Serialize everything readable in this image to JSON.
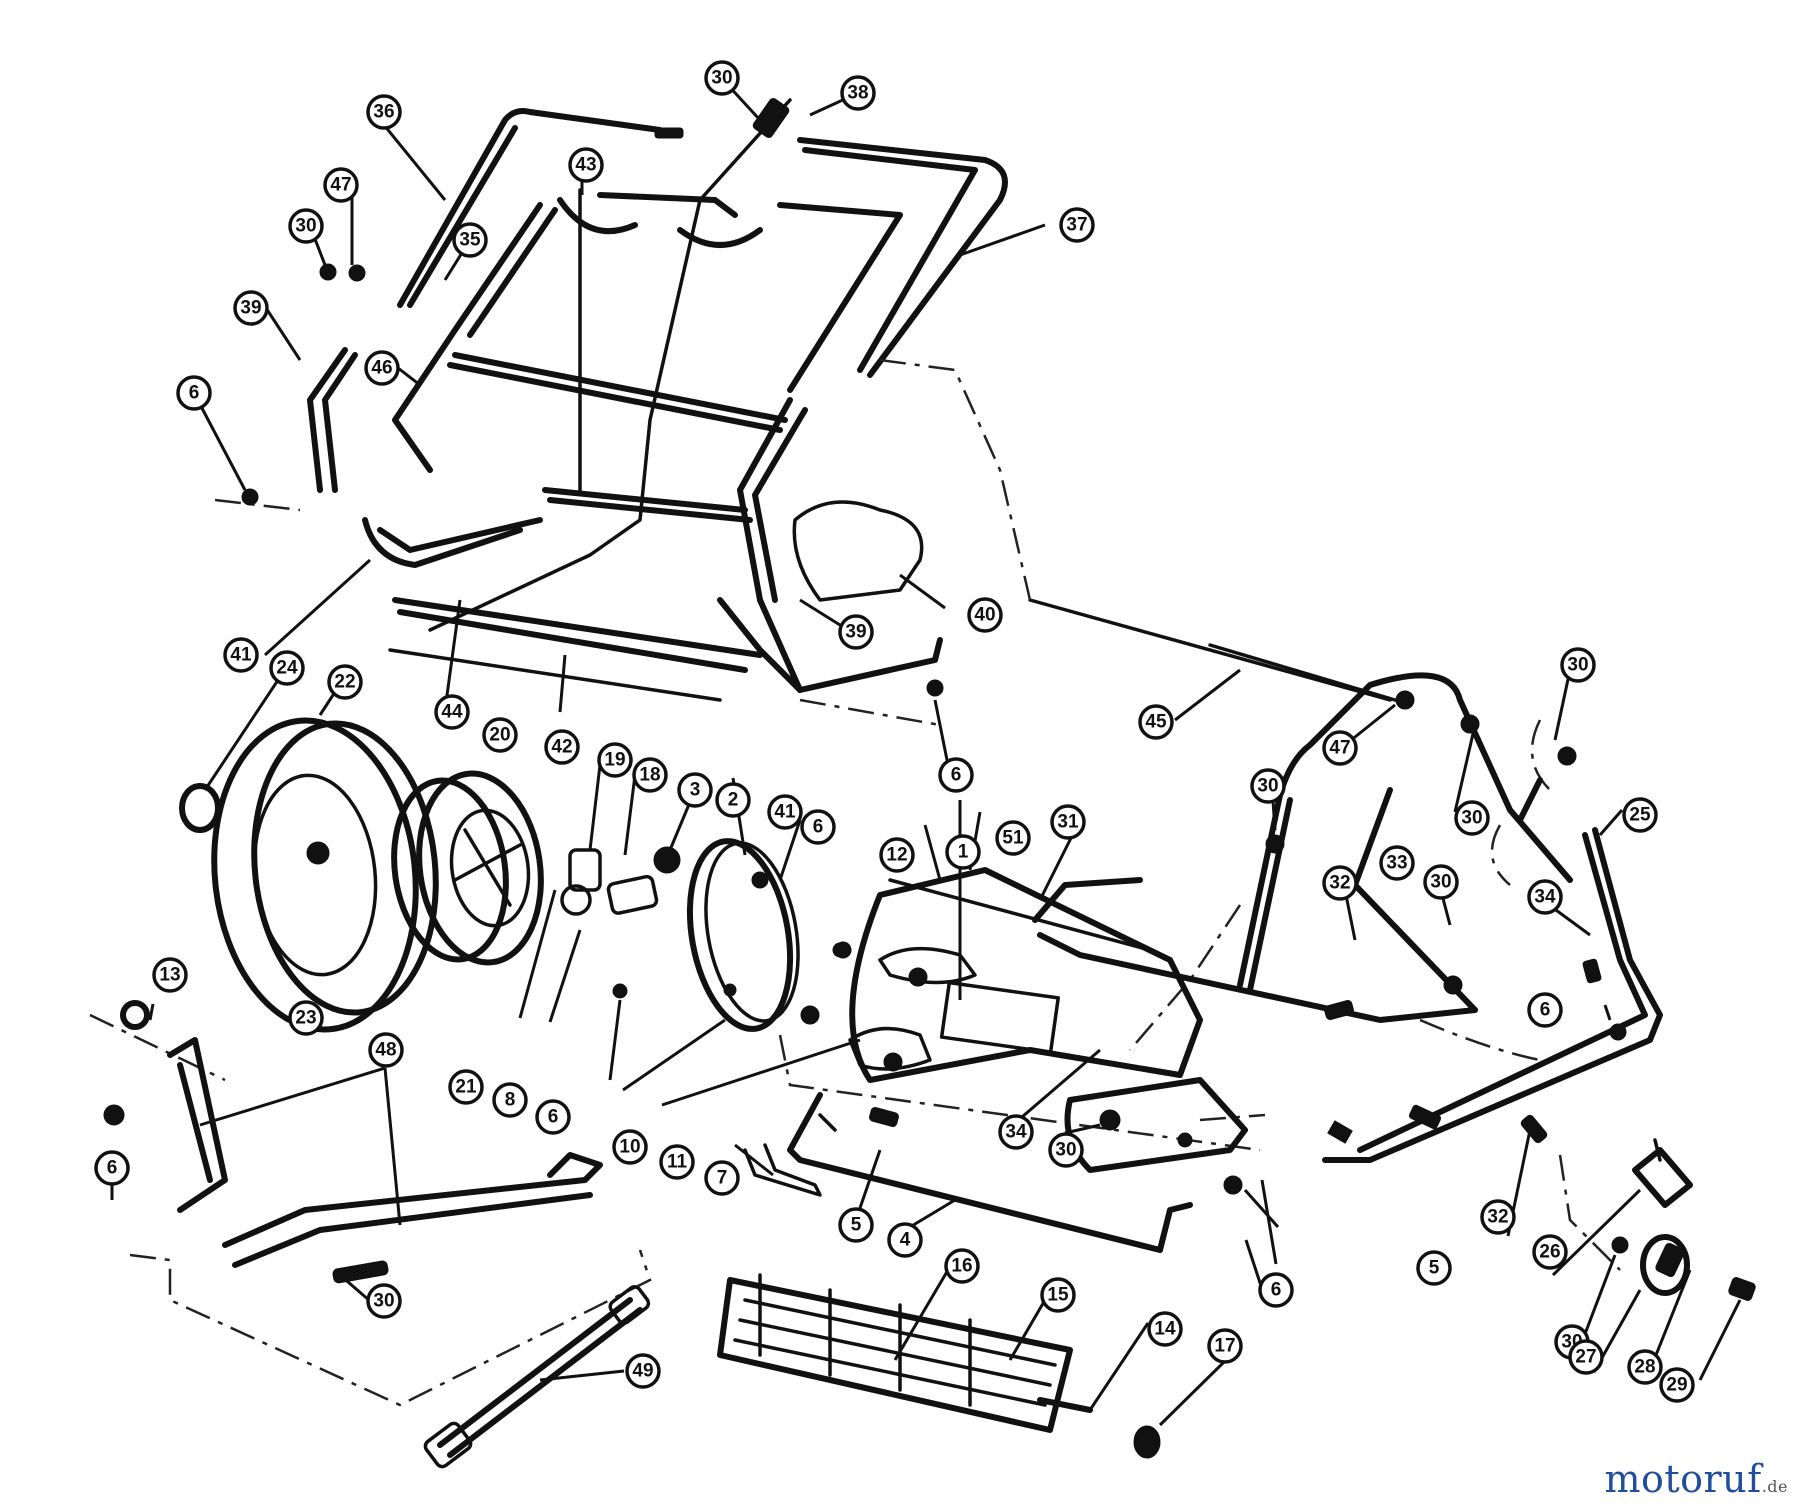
{
  "callouts": {
    "c36": "36",
    "c30a": "30",
    "c38a": "38",
    "c43": "43",
    "c37": "37",
    "c47a": "47",
    "c30b": "30",
    "c35": "35",
    "c39a": "39",
    "c46": "46",
    "c6a": "6",
    "c41a": "41",
    "c24": "24",
    "c22": "22",
    "c44": "44",
    "c42": "42",
    "c20": "20",
    "c39b": "39",
    "c40": "40",
    "c6b": "6",
    "c45": "45",
    "c47b": "47",
    "c30c": "30",
    "c30d": "30",
    "c30e": "30",
    "c19": "19",
    "c18": "18",
    "c3": "3",
    "c2": "2",
    "c41b": "41",
    "c6c": "6",
    "c12": "12",
    "c1": "1",
    "c51": "51",
    "c31": "31",
    "c33": "33",
    "c25": "25",
    "c23": "23",
    "c21": "21",
    "c8": "8",
    "c6d": "6",
    "c10": "10",
    "c11": "11",
    "c32a": "32",
    "c30f": "30",
    "c34a": "34",
    "c6e": "6",
    "c13": "13",
    "c48": "48",
    "c6f": "6",
    "c34b": "34",
    "c30g": "30",
    "c7": "7",
    "c5a": "5",
    "c4": "4",
    "c6g": "6",
    "c5b": "5",
    "c32b": "32",
    "c26": "26",
    "c30h": "30",
    "c16": "16",
    "c15": "15",
    "c14": "14",
    "c17": "17",
    "c30i": "30",
    "c27": "27",
    "c28": "28",
    "c29": "29",
    "c49": "49"
  },
  "watermark": {
    "brand": "motoruf",
    "brand_accent": "",
    "tld": ".de"
  },
  "colors": {
    "line": "#111111",
    "brand_blue": "#1f4e9c",
    "brand_orange": "#e07a1c"
  }
}
